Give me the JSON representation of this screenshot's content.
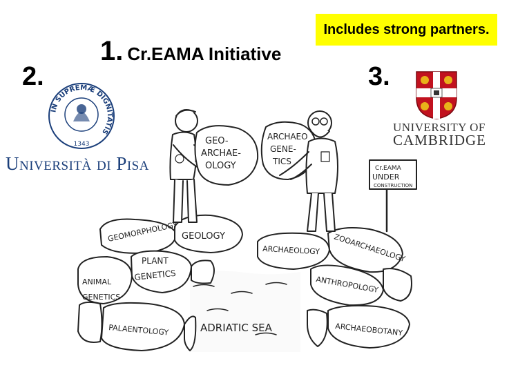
{
  "labels": {
    "number_pisa": "2.",
    "number_title": "1.",
    "title": "Cr.EAMA Initiative",
    "number_cambridge": "3.",
    "callout": "Includes strong partners."
  },
  "pisa": {
    "seal_ring_text": "IN SUPREMÆ DIGNITATIS",
    "seal_year": "1343",
    "name": "Università di Pisa"
  },
  "cambridge": {
    "line1": "UNIVERSITY OF",
    "line2": "CAMBRIDGE"
  },
  "cartoon": {
    "left_stone": [
      "GEO-",
      "ARCHAE-",
      "OLOGY"
    ],
    "right_stone": [
      "ARCHAEO",
      "GENE-",
      "TICS"
    ],
    "sign": [
      "Cr.EAMA",
      "UNDER",
      "CONSTRUCTION"
    ],
    "left_rocks": [
      "GEOMORPHOLOGY",
      "GEOLOGY",
      "PLANT",
      "GENETICS",
      "ANIMAL",
      "GENETICS",
      "PALAENTOLOGY"
    ],
    "right_rocks": [
      "ARCHAEOLOGY",
      "ZOOARCHAEOLOGY",
      "ANTHROPOLOGY",
      "ARCHAEOBOTANY"
    ],
    "sea": "ADRIATIC SEA"
  },
  "colors": {
    "callout_bg": "#ffff00",
    "pisa_blue": "#1a3e7a",
    "cambridge_red": "#c1121f",
    "cambridge_gold": "#e8b21a",
    "cambridge_text": "#333333"
  }
}
